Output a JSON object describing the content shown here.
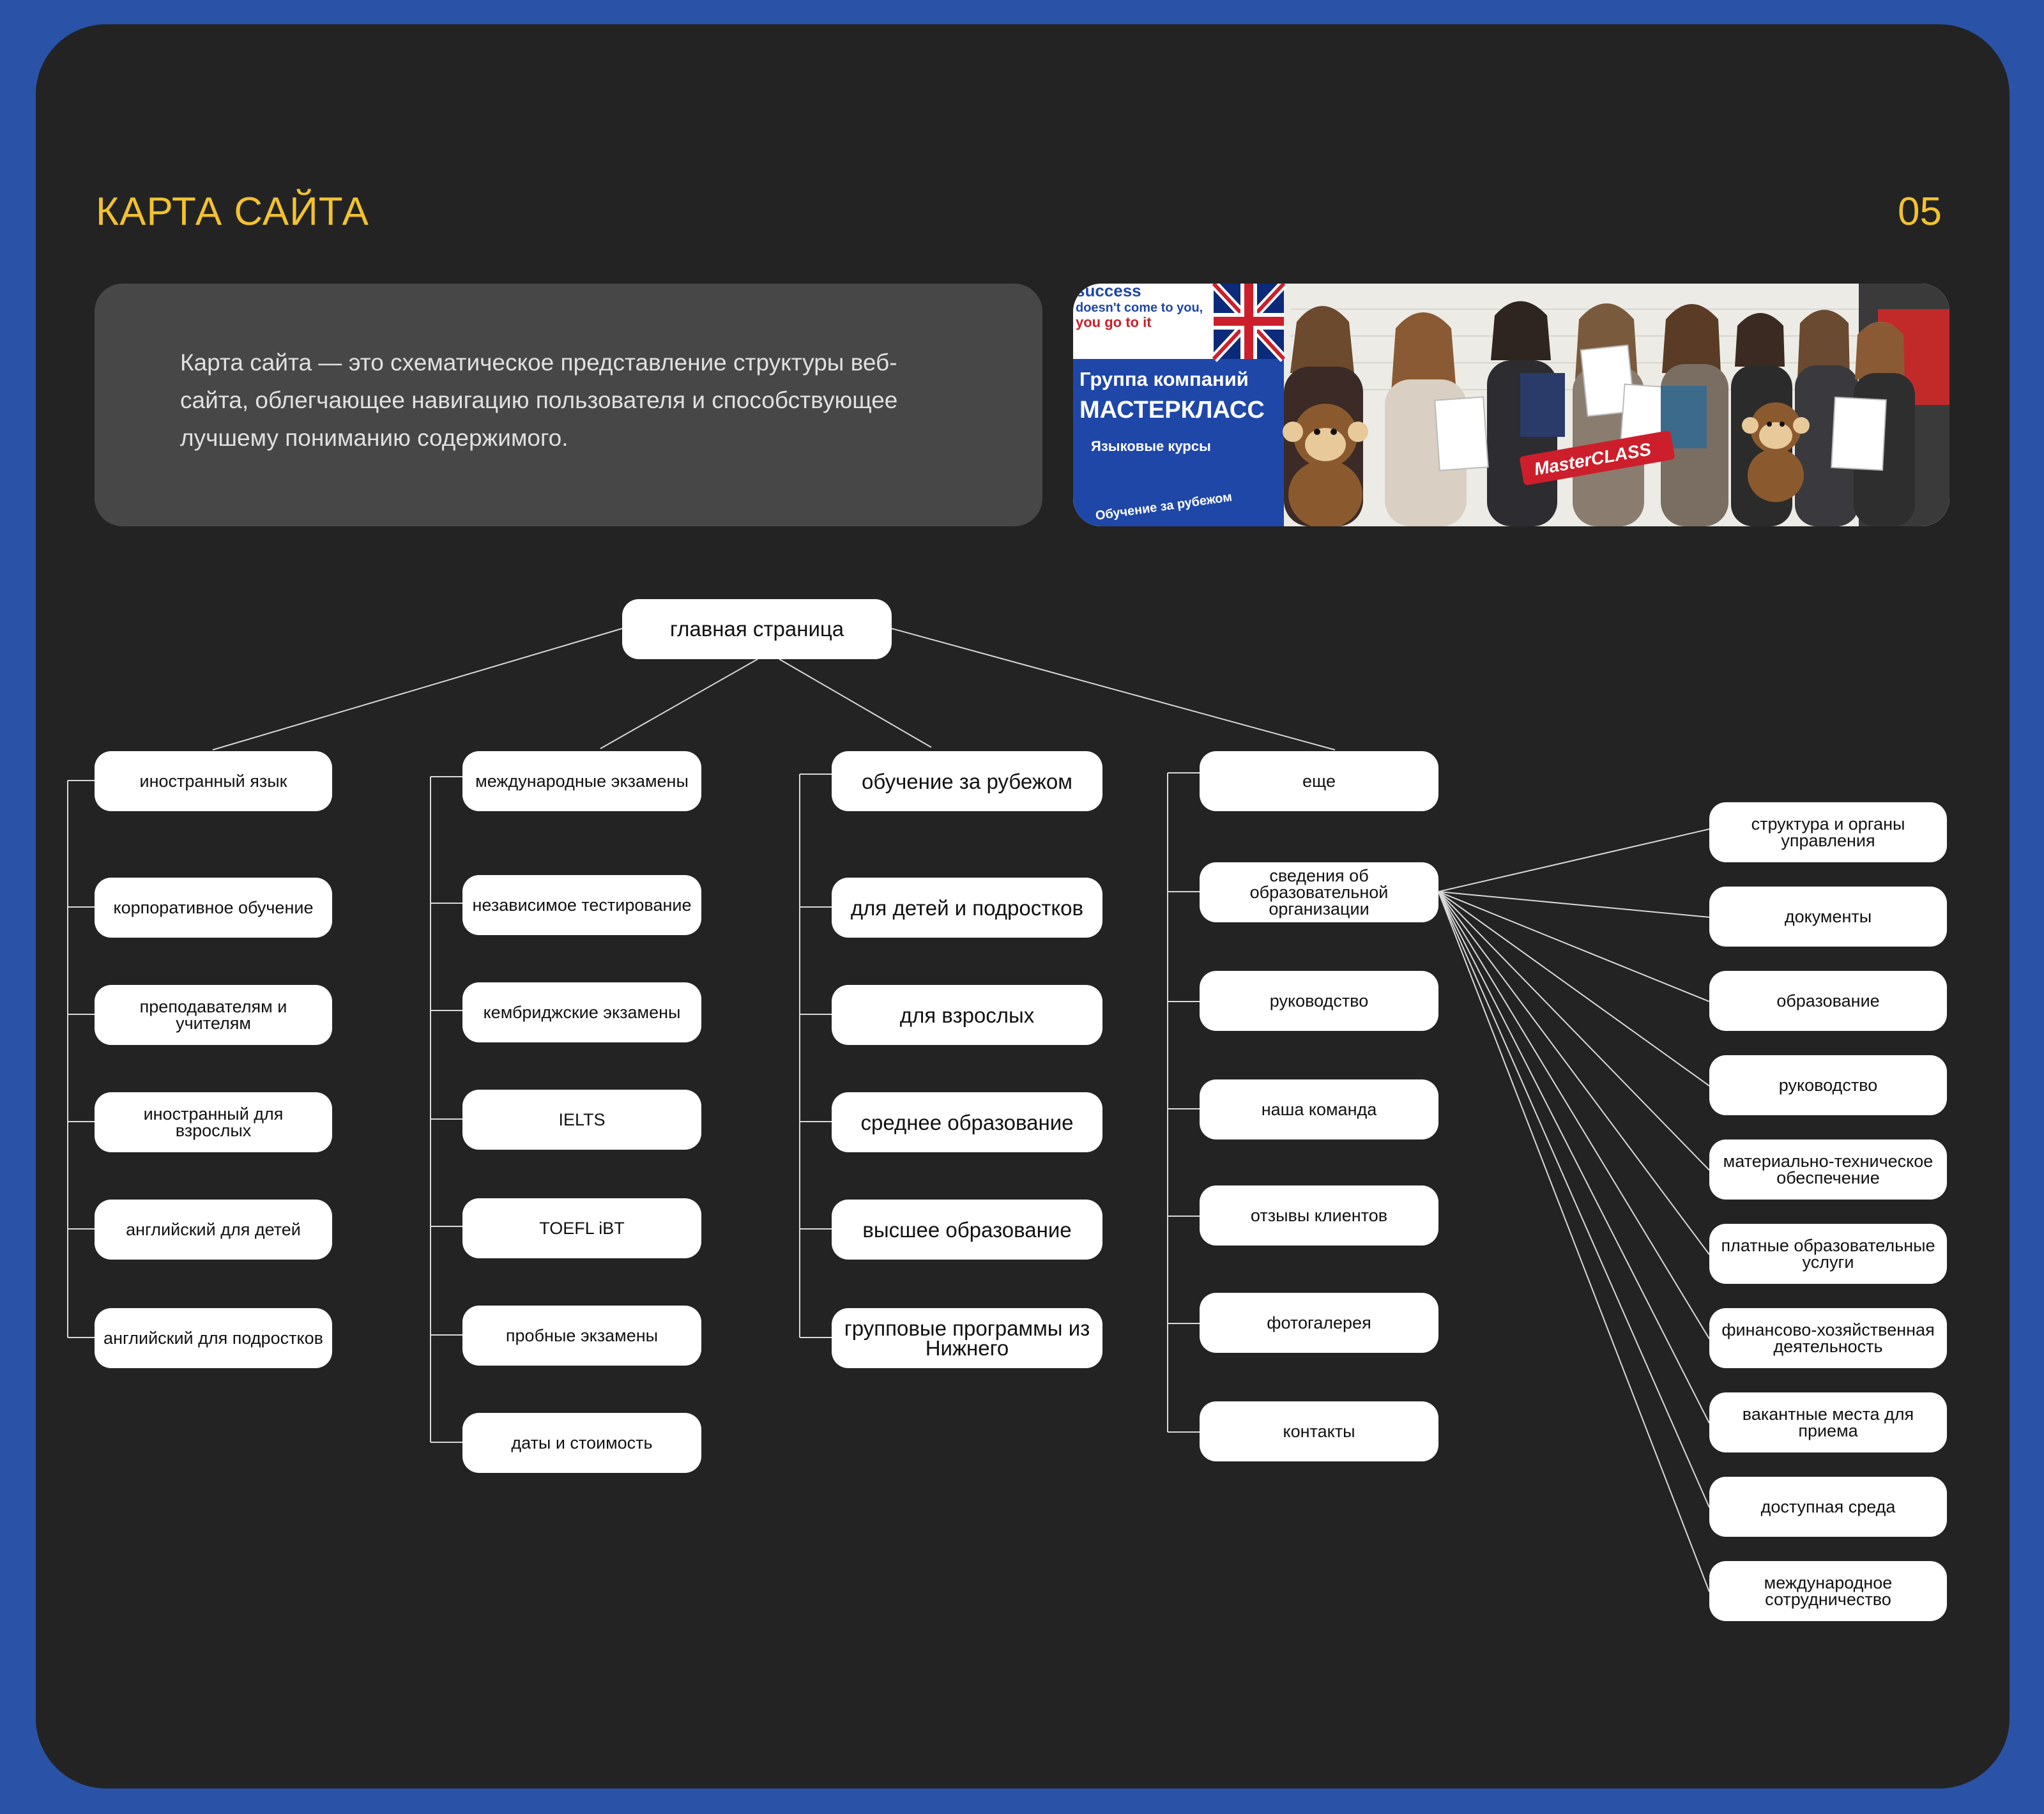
{
  "header": {
    "title": "КАРТА САЙТА",
    "page_number": "05"
  },
  "intro": {
    "text": "Карта сайта — это схематическое представление структуры веб-сайта, облегчающее навигацию пользователя и способствующее лучшему пониманию содержимого."
  },
  "photo": {
    "sign_lines": [
      "success",
      "doesn't come to you,",
      "you go to it"
    ],
    "banner_title_1": "Группа компаний",
    "banner_title_2": "МАСТЕРКЛАСС",
    "banner_sub": "Языковые курсы",
    "banner_sub_2": "Обучение за рубежом",
    "held_sign": "MasterCLASS"
  },
  "sitemap": {
    "root": "главная страница",
    "col1": [
      "иностранный язык",
      "корпоративное обучение",
      "преподавателям и учителям",
      "иностранный для взрослых",
      "английский для детей",
      "английский для подростков"
    ],
    "col2": [
      "международные экзамены",
      "независимое тестирование",
      "кембриджские экзамены",
      "IELTS",
      "TOEFL iBT",
      "пробные экзамены",
      "даты и стоимость"
    ],
    "col3": [
      "обучение за рубежом",
      "для детей и подростков",
      "для взрослых",
      "среднее образование",
      "высшее образование",
      "групповые программы из Нижнего"
    ],
    "col4": [
      "еще",
      "сведения об образовательной организации",
      "руководство",
      "наша команда",
      "отзывы клиентов",
      "фотогалерея",
      "контакты"
    ],
    "col5": [
      "структура и органы управления",
      "документы",
      "образование",
      "руководство",
      "материально-техническое обеспечение",
      "платные образовательные услуги",
      "финансово-хозяйственная деятельность",
      "вакантные места для приема",
      "доступная среда",
      "международное сотрудничество"
    ]
  }
}
